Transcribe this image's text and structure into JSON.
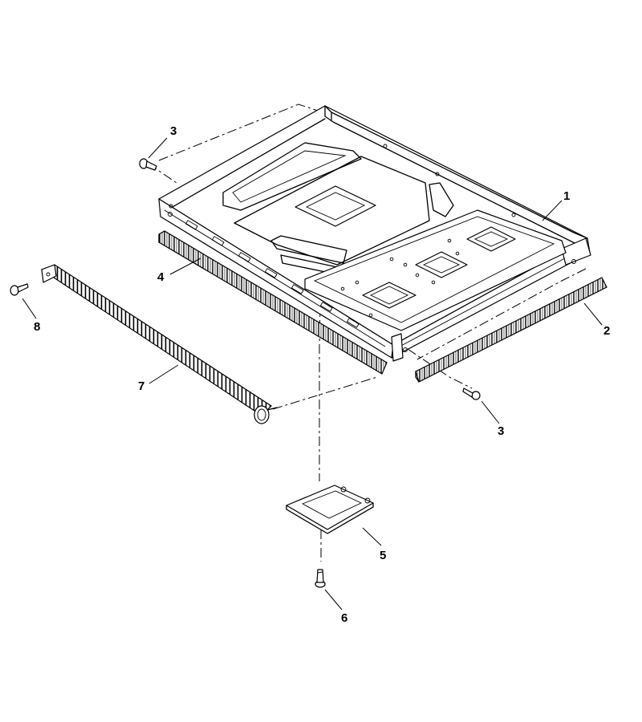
{
  "colors": {
    "line": "#000000",
    "background": "#ffffff"
  },
  "callouts": {
    "c1": "1",
    "c2": "2",
    "c3a": "3",
    "c3b": "3",
    "c4": "4",
    "c5": "5",
    "c6": "6",
    "c7": "7",
    "c8": "8"
  }
}
